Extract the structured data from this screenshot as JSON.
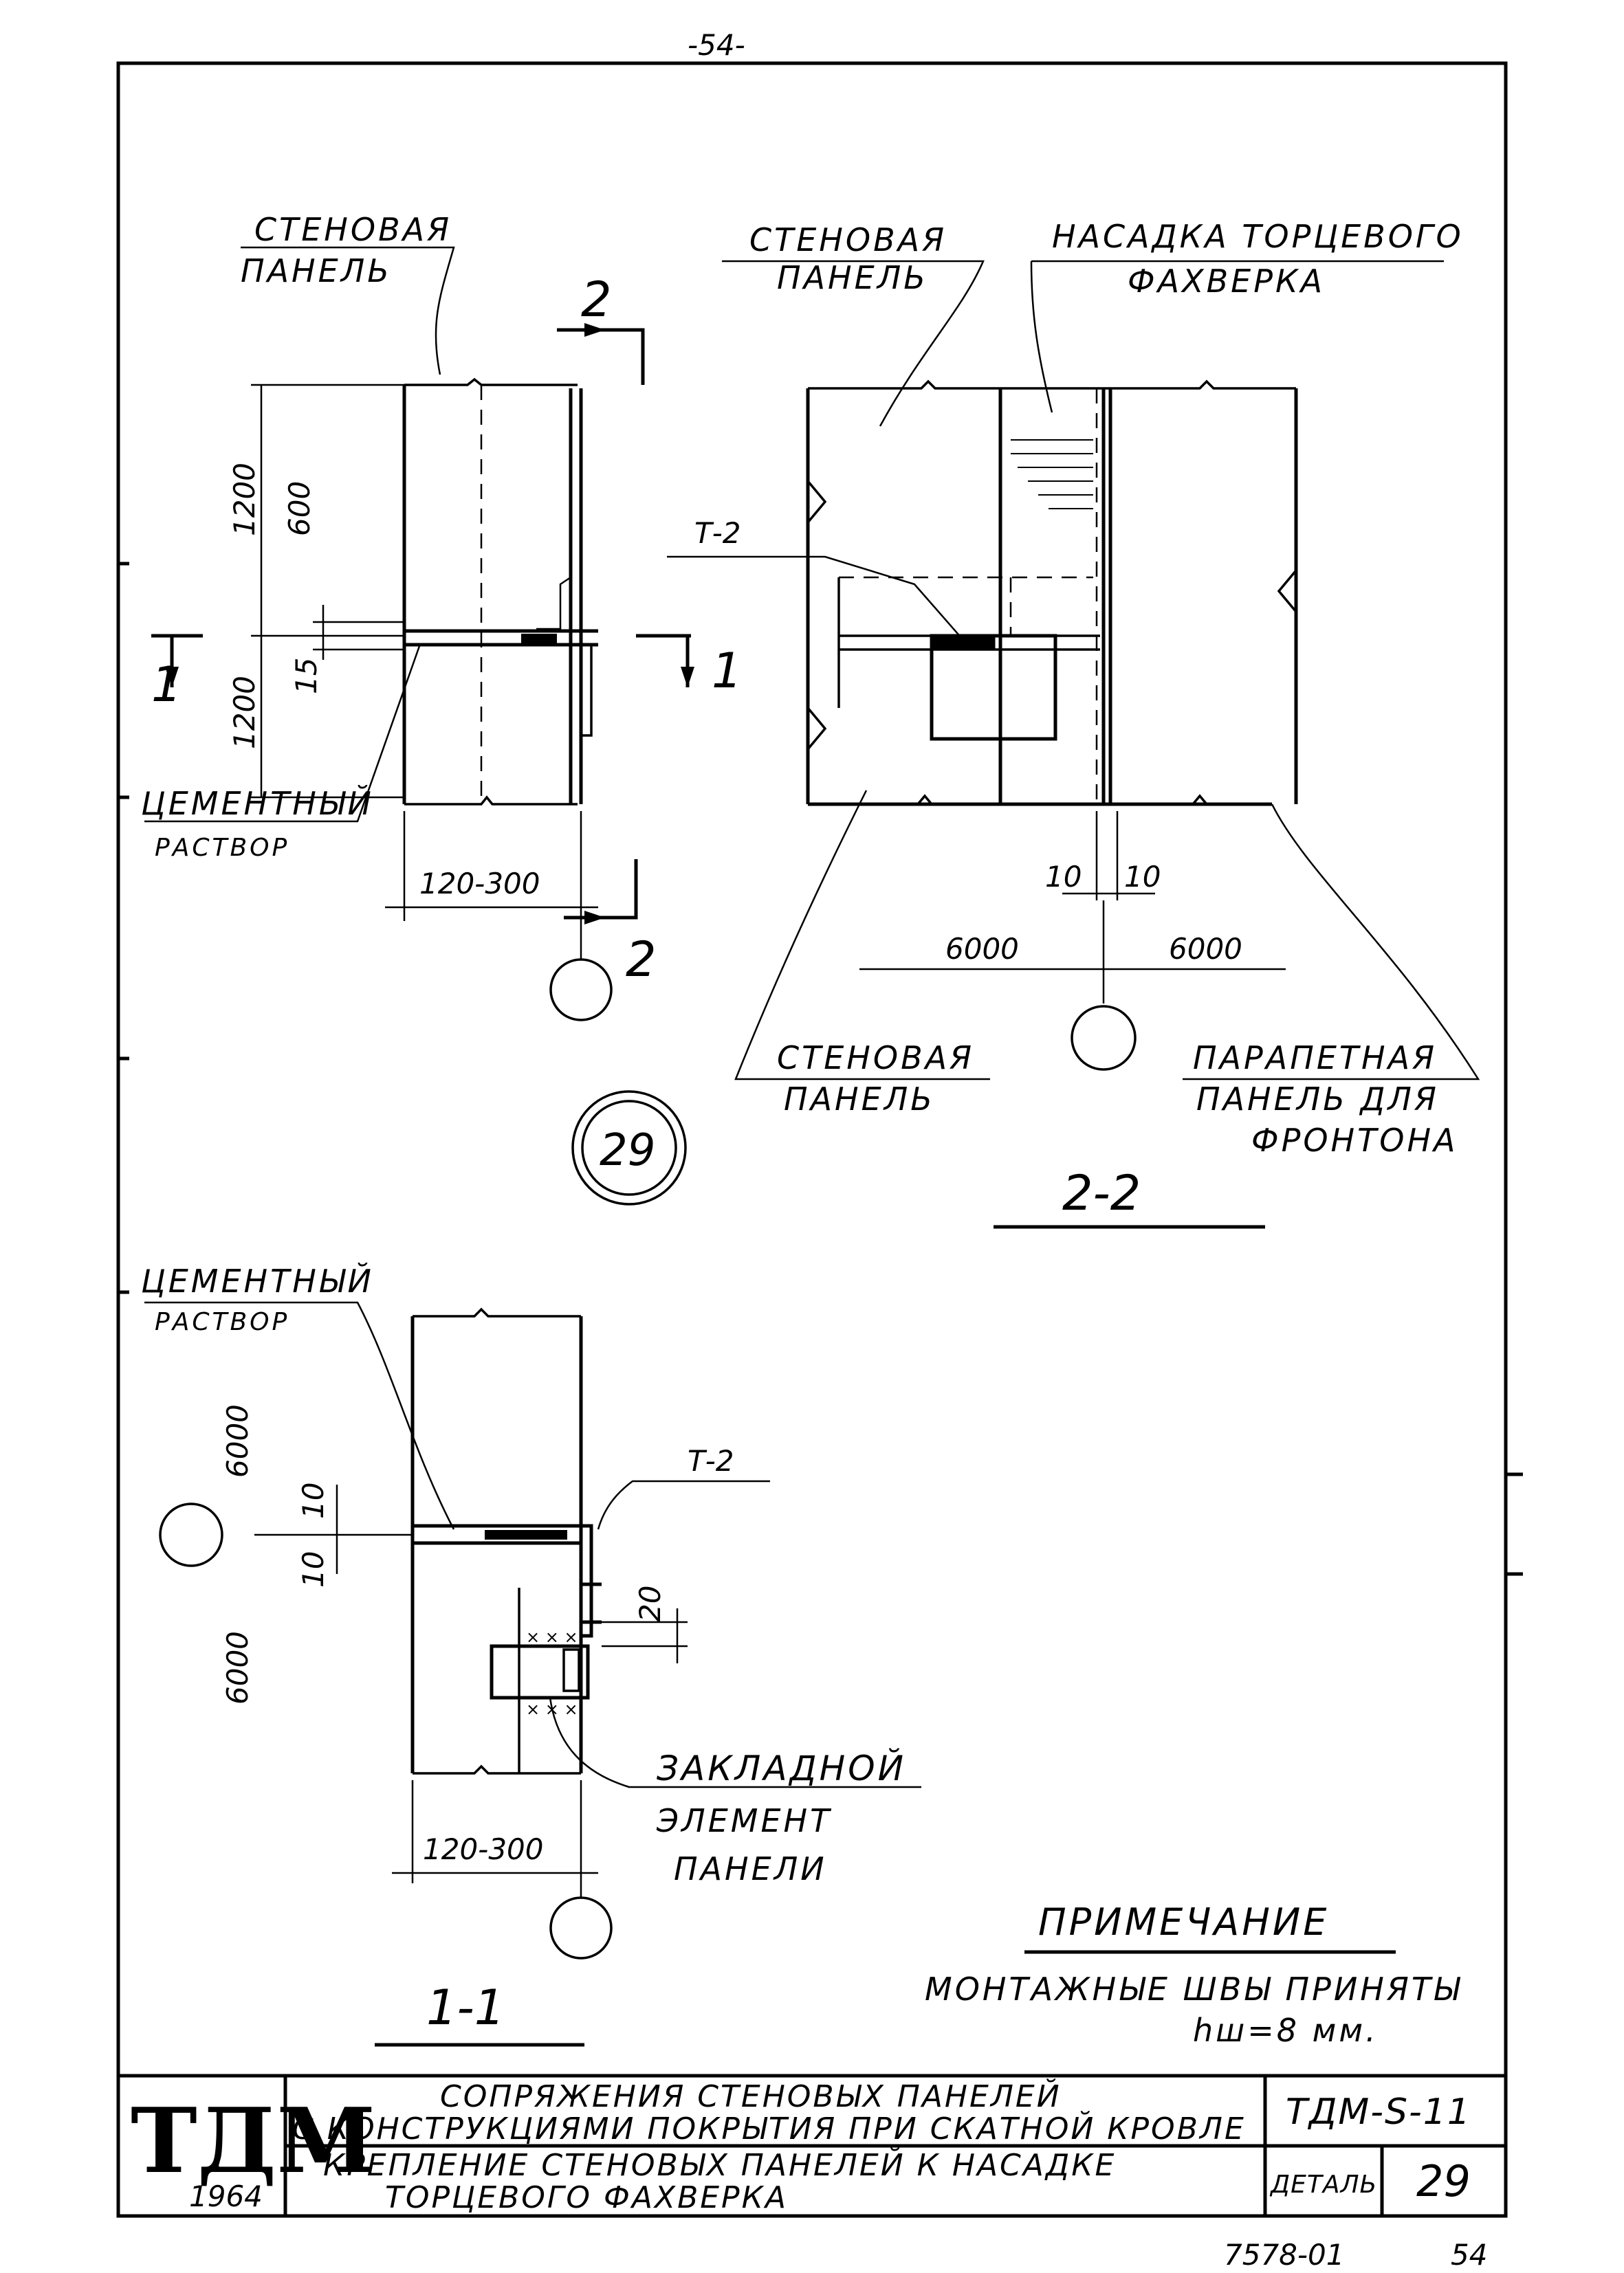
{
  "page_number_top": "-54-",
  "sheet_number_bottom": "54",
  "archive_code": "7578-01",
  "detail_circle": "29",
  "section_22": {
    "title": "2-2",
    "label_wall_panel_top": [
      "СТЕНОВАЯ",
      "ПАНЕЛЬ"
    ],
    "label_nasadka": [
      "НАСАДКА ТОРЦЕВОГО",
      "ФАХВЕРКА"
    ],
    "label_wall_panel_bottom": [
      "СТЕНОВАЯ",
      "ПАНЕЛЬ"
    ],
    "label_parapet": [
      "ПАРАПЕТНАЯ",
      "ПАНЕЛЬ ДЛЯ",
      "ФРОНТОНА"
    ],
    "label_t2": "Т-2",
    "dim_gap_left": "10",
    "dim_gap_right": "10",
    "dim_span_left": "6000",
    "dim_span_right": "6000"
  },
  "section_top_left": {
    "label_wall_panel": [
      "СТЕНОВАЯ",
      "ПАНЕЛЬ"
    ],
    "label_mortar": [
      "ЦЕМЕНТНЫЙ",
      "РАСТВОР"
    ],
    "cut_top": "2",
    "cut_bottom": "2",
    "cut_left": "1",
    "cut_right": "1",
    "dim_1200_top": "1200",
    "dim_600": "600",
    "dim_1200_bottom": "1200",
    "dim_15": "15",
    "dim_width": "120-300"
  },
  "section_11": {
    "title": "1-1",
    "label_mortar": [
      "ЦЕМЕНТНЫЙ",
      "РАСТВОР"
    ],
    "label_t2": "Т-2",
    "label_embedded": [
      "ЗАКЛАДНОЙ",
      "ЭЛЕМЕНТ",
      "ПАНЕЛИ"
    ],
    "dim_6000_top": "6000",
    "dim_6000_bottom": "6000",
    "dim_10_top": "10",
    "dim_10_bottom": "10",
    "dim_20": "20",
    "dim_width": "120-300"
  },
  "note": {
    "title": "ПРИМЕЧАНИЕ",
    "line1": "МОНТАЖНЫЕ ШВЫ ПРИНЯТЫ",
    "line2": "hш=8 мм."
  },
  "title_block": {
    "logo": "ТДМ",
    "year": "1964",
    "title_line1": "СОПРЯЖЕНИЯ СТЕНОВЫХ ПАНЕЛЕЙ",
    "title_line2": "С КОНСТРУКЦИЯМИ ПОКРЫТИЯ ПРИ СКАТНОЙ КРОВЛЕ",
    "subtitle_line1": "КРЕПЛЕНИЕ СТЕНОВЫХ ПАНЕЛЕЙ К НАСАДКЕ",
    "subtitle_line2": "ТОРЦЕВОГО ФАХВЕРКА",
    "code": "ТДМ-S-11",
    "detail_label": "ДЕТАЛЬ",
    "detail_number": "29"
  }
}
